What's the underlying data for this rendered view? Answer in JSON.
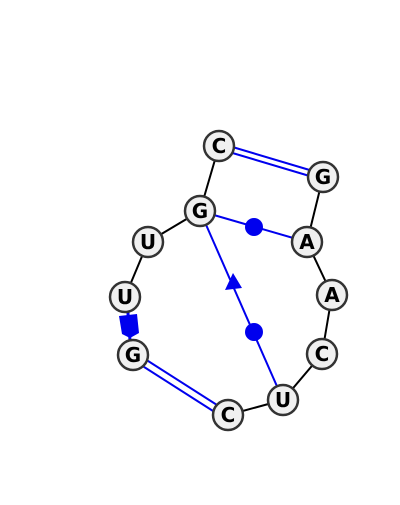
{
  "diagram": {
    "nodes": [
      {
        "id": "n1",
        "label": "C"
      },
      {
        "id": "n2",
        "label": "G"
      },
      {
        "id": "n3",
        "label": "G"
      },
      {
        "id": "n4",
        "label": "A"
      },
      {
        "id": "n5",
        "label": "U"
      },
      {
        "id": "n6",
        "label": "A"
      },
      {
        "id": "n7",
        "label": "U"
      },
      {
        "id": "n8",
        "label": "C"
      },
      {
        "id": "n9",
        "label": "G"
      },
      {
        "id": "n10",
        "label": "U"
      },
      {
        "id": "n11",
        "label": "C"
      }
    ],
    "colors": {
      "backbone": "#000000",
      "interaction": "#0000ee",
      "node_fill": "#f0f0f0",
      "node_stroke": "#333333",
      "text": "#000000"
    }
  }
}
